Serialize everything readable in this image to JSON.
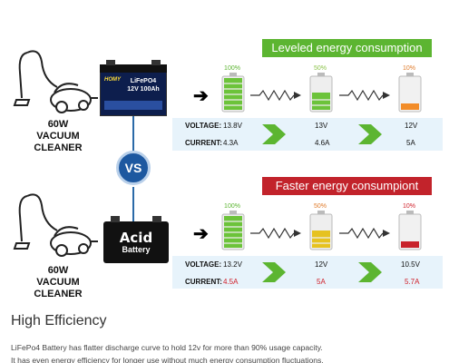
{
  "top": {
    "banner": "Leveled energy consumption",
    "cleaner_label_line1": "60W",
    "cleaner_label_line2": "VACUUM CLEANER",
    "battery_brand": "HOMY",
    "battery_line1": "LiFePO4",
    "battery_line2": "12V 100Ah",
    "levels": [
      "100%",
      "50%",
      "10%"
    ],
    "voltage_label": "VOLTAGE:",
    "current_label": "CURRENT:",
    "voltages": [
      "13.8V",
      "13V",
      "12V"
    ],
    "currents": [
      "4.3A",
      "4.6A",
      "5A"
    ]
  },
  "vs_label": "VS",
  "bottom": {
    "banner": "Faster energy consumpiont",
    "cleaner_label_line1": "60W",
    "cleaner_label_line2": "VACUUM CLEANER",
    "battery_line1": "Acid",
    "battery_line2": "Battery",
    "levels": [
      "100%",
      "50%",
      "10%"
    ],
    "voltage_label": "VOLTAGE:",
    "current_label": "CURRENT:",
    "voltages": [
      "13.2V",
      "12V",
      "10.5V"
    ],
    "currents": [
      "4.5A",
      "5A",
      "5.7A"
    ]
  },
  "section": {
    "heading": "High Efficiency",
    "line1": "LiFePo4 Battery has flatter discharge curve to hold 12v for more than 90% usage capacity.",
    "line2": "It has even energy efficiency for longer use without much energy consumption fluctuations."
  },
  "colors": {
    "green_banner": "#5cb531",
    "red_banner": "#c2232b",
    "vs_blue": "#1d58a0",
    "band_bg": "#e7f3fb",
    "chevron_green": "#5cb531",
    "warn_red": "#d0202a"
  }
}
